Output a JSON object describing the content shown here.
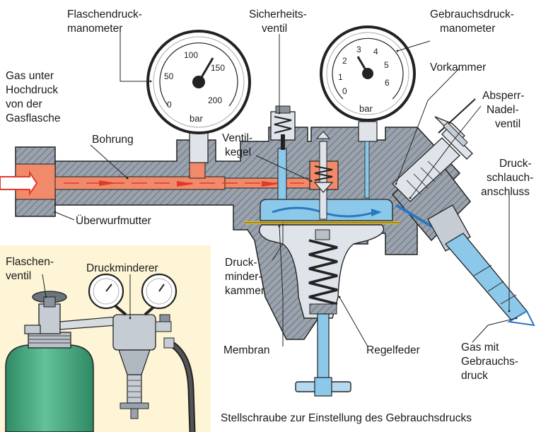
{
  "labels": {
    "flaschendruck_1": "Flaschendruck-",
    "flaschendruck_2": "manometer",
    "sicherheits_1": "Sicherheits-",
    "sicherheits_2": "ventil",
    "gebrauchsdruck_1": "Gebrauchsdruck-",
    "gebrauchsdruck_2": "manometer",
    "gas_1": "Gas unter",
    "gas_2": "Hochdruck",
    "gas_3": "von der",
    "gas_4": "Gasflasche",
    "vorkammer": "Vorkammer",
    "absperr_1": "Absperr-",
    "absperr_2": "Nadel-",
    "absperr_3": "ventil",
    "bohrung": "Bohrung",
    "ventilkegel_1": "Ventil-",
    "ventilkegel_2": "kegel",
    "druckschlauch_1": "Druck-",
    "druckschlauch_2": "schlauch-",
    "druckschlauch_3": "anschluss",
    "ueberwurfmutter": "Überwurfmutter",
    "flaschenventil_1": "Flaschen-",
    "flaschenventil_2": "ventil",
    "druckminderer": "Druckminderer",
    "druckminderkammer_1": "Druck-",
    "druckminderkammer_2": "minder-",
    "druckminderkammer_3": "kammer",
    "membran": "Membran",
    "regelfeder": "Regelfeder",
    "gasmit_1": "Gas mit",
    "gasmit_2": "Gebrauchs-",
    "gasmit_3": "druck",
    "stellschraube": "Stellschraube zur Einstellung des Gebrauchsdrucks"
  },
  "gauge_high": {
    "ticks": [
      "0",
      "50",
      "100",
      "150",
      "200"
    ],
    "unit": "bar"
  },
  "gauge_low": {
    "ticks": [
      "0",
      "1",
      "2",
      "3",
      "4",
      "5",
      "6"
    ],
    "unit": "bar"
  },
  "colors": {
    "body": "#9aa3ad",
    "high_pressure": "#f08a6a",
    "low_pressure": "#8cc8ea",
    "inset_bg": "#fdf5d6",
    "cylinder": "#4aaa82"
  }
}
